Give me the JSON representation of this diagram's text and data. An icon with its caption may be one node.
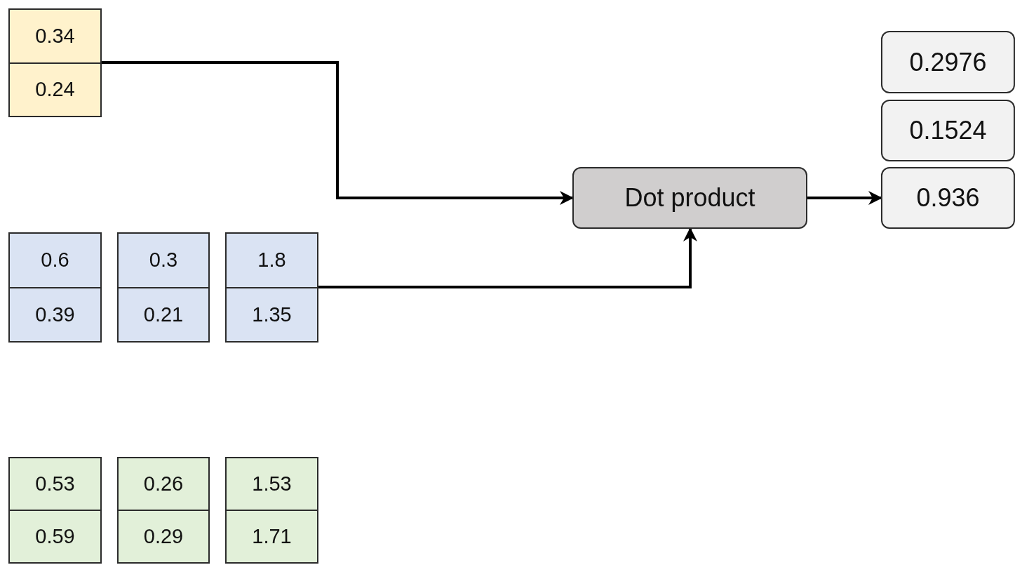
{
  "diagram": {
    "nodes": [
      {
        "text": [
          "0.34",
          "0.24"
        ]
      },
      {
        "text": [
          "0.2976"
        ]
      },
      {
        "text": [
          "0.1524"
        ]
      },
      {
        "text": [
          "Dot product"
        ]
      },
      {
        "text": [
          "0.936"
        ]
      },
      {
        "text": [
          "0.6",
          "0.39"
        ]
      },
      {
        "text": [
          "0.3",
          "0.21"
        ]
      },
      {
        "text": [
          "1.8",
          "1.35"
        ]
      },
      {
        "text": [
          "0.53",
          "0.59"
        ]
      },
      {
        "text": [
          "0.26",
          "0.29"
        ]
      },
      {
        "text": [
          "1.53",
          "1.71"
        ]
      }
    ],
    "edges": [
      {
        "from": 0,
        "to": 3,
        "arrow": "to"
      },
      {
        "from": 7,
        "to": 3,
        "arrow": "to"
      },
      {
        "from": 3,
        "to": 4,
        "arrow": "to"
      }
    ]
  }
}
